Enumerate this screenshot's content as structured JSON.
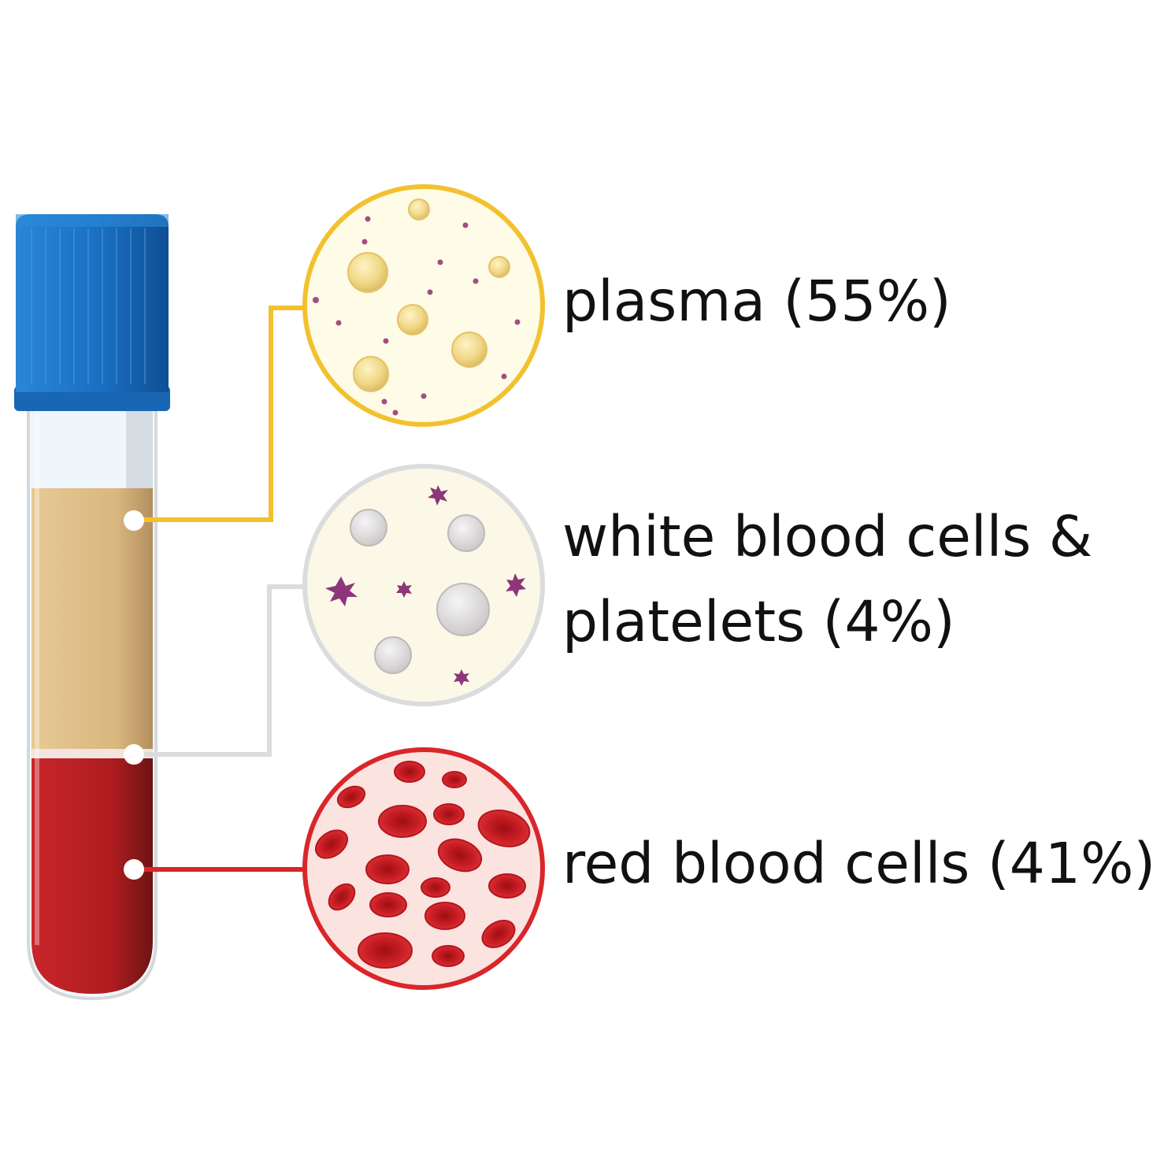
{
  "labels": {
    "plasma": "plasma (55%)",
    "wbc_line1": "white blood cells &",
    "wbc_line2": "platelets (4%)",
    "rbc": "red blood cells (41%)"
  },
  "composition": {
    "plasma_percent": 55,
    "white_blood_cells_and_platelets_percent": 4,
    "red_blood_cells_percent": 41
  },
  "colors": {
    "background": "#ffffff",
    "cap_blue": "#1a6fc2",
    "cap_blue_dark": "#0f4f94",
    "plasma_tan": "#d9b77f",
    "rbc_red": "#b81d1f",
    "plasma_connector": "#f2c12e",
    "wbc_connector": "#dcdcdc",
    "rbc_connector": "#d9262b",
    "plasma_circle_fill": "#fefbe6",
    "wbc_circle_fill": "#fbf8e8",
    "rbc_circle_fill": "#fbe3e0",
    "plasma_sphere": "#f3dc88",
    "plasma_dot": "#a0507e",
    "white_cell": "#e2e0e0",
    "platelet": "#8d3679",
    "red_cell": "#c81e24"
  },
  "icons": {
    "tube": "test-tube-icon",
    "plasma_view": "plasma-magnified-icon",
    "wbc_view": "white-cells-magnified-icon",
    "rbc_view": "red-cells-magnified-icon"
  }
}
